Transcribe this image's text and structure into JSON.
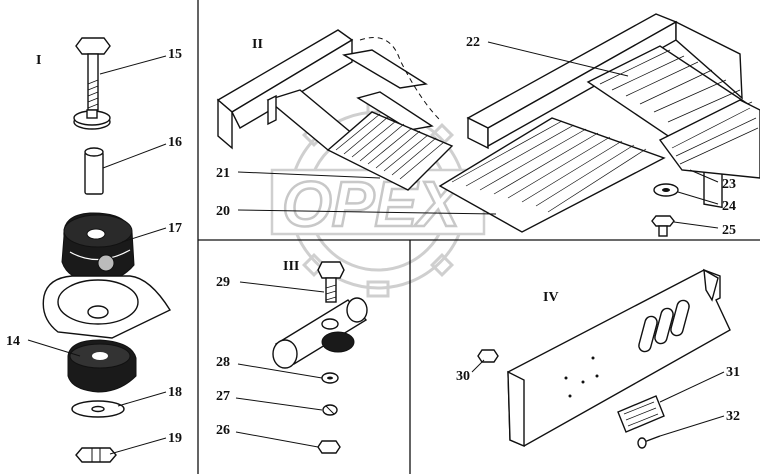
{
  "sections": {
    "s1": "I",
    "s2": "II",
    "s3": "III",
    "s4": "IV"
  },
  "labels": [
    "15",
    "16",
    "17",
    "14",
    "18",
    "19",
    "21",
    "20",
    "22",
    "23",
    "24",
    "25",
    "29",
    "28",
    "27",
    "26",
    "30",
    "31",
    "32"
  ],
  "watermark": {
    "text": "OPEX",
    "color": "#c8c8c8"
  }
}
